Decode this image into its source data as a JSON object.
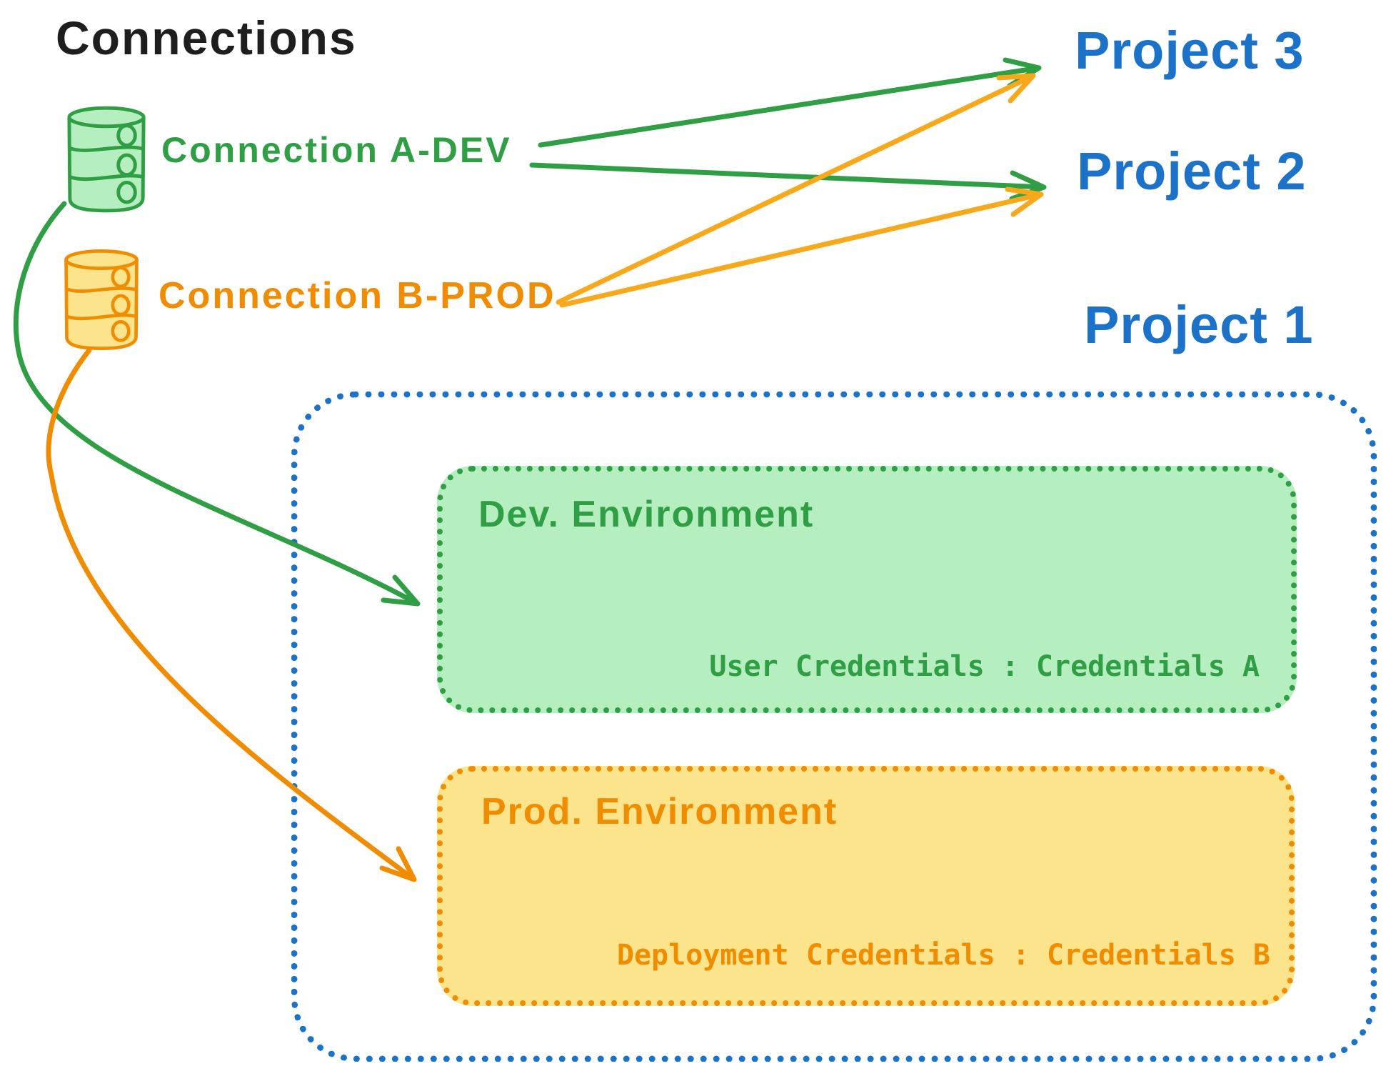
{
  "colors": {
    "ink": "#1e1e1e",
    "green": "#2f9e44",
    "green_fill": "#b6efbf",
    "blue": "#1b72c8",
    "orange": "#f08c00",
    "orange_fill": "#fce48d",
    "amber": "#f8a81b"
  },
  "title": "Connections",
  "connections": [
    {
      "label": "Connection A-DEV",
      "env": "dev"
    },
    {
      "label": "Connection B-PROD",
      "env": "prod"
    }
  ],
  "projects": [
    {
      "label": "Project 3"
    },
    {
      "label": "Project 2"
    },
    {
      "label": "Project 1"
    }
  ],
  "project1": {
    "dev_environment": {
      "title": "Dev. Environment",
      "credentials_text": "User Credentials : Credentials A"
    },
    "prod_environment": {
      "title": "Prod. Environment",
      "credentials_text": "Deployment Credentials : Credentials B"
    }
  }
}
